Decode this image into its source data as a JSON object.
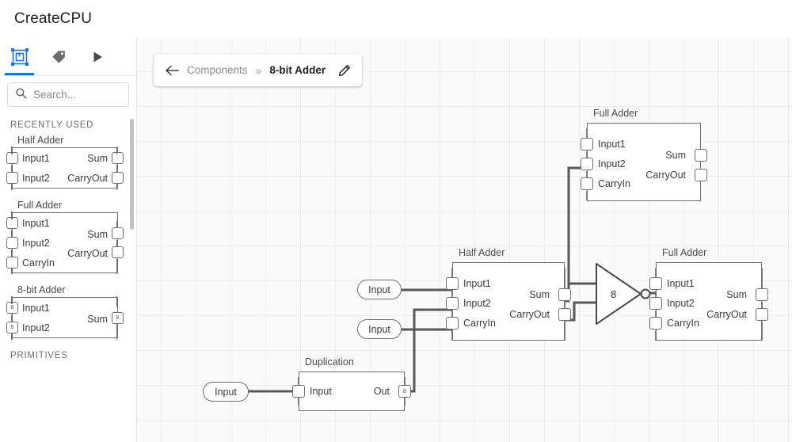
{
  "app": {
    "title": "CreateCPU"
  },
  "sidebar": {
    "tabs": [
      {
        "name": "components-tab",
        "icon": "component-icon",
        "active": true
      },
      {
        "name": "tags-tab",
        "icon": "tag-icon",
        "active": false
      },
      {
        "name": "run-tab",
        "icon": "play-icon",
        "active": false
      }
    ],
    "search": {
      "placeholder": "Search...",
      "value": "",
      "icon": "search-icon"
    },
    "sections": [
      {
        "label": "RECENTLY USED"
      },
      {
        "label": "PRIMITIVES"
      }
    ],
    "recently_used": [
      {
        "title": "Half Adder",
        "inputs": [
          {
            "label": "Input1",
            "width": ""
          },
          {
            "label": "Input2",
            "width": ""
          }
        ],
        "outputs": [
          {
            "label": "Sum",
            "width": ""
          },
          {
            "label": "CarryOut",
            "width": ""
          }
        ]
      },
      {
        "title": "Full Adder",
        "inputs": [
          {
            "label": "Input1",
            "width": ""
          },
          {
            "label": "Input2",
            "width": ""
          },
          {
            "label": "CarryIn",
            "width": ""
          }
        ],
        "outputs": [
          {
            "label": "Sum",
            "width": ""
          },
          {
            "label": "CarryOut",
            "width": ""
          }
        ]
      },
      {
        "title": "8-bit Adder",
        "inputs": [
          {
            "label": "Input1",
            "width": "8"
          },
          {
            "label": "Input2",
            "width": "8"
          }
        ],
        "outputs": [
          {
            "label": "Sum",
            "width": "8"
          }
        ]
      }
    ]
  },
  "breadcrumb": {
    "back_icon": "back-arrow-icon",
    "root": "Components",
    "separator": "»",
    "current": "8-bit Adder",
    "edit_icon": "pencil-edit-icon"
  },
  "canvas": {
    "nodes": [
      {
        "id": "full-adder-top",
        "title": "Full Adder",
        "inputs": [
          {
            "label": "Input1"
          },
          {
            "label": "Input2"
          },
          {
            "label": "CarryIn"
          }
        ],
        "outputs": [
          {
            "label": "Sum"
          },
          {
            "label": "CarryOut"
          }
        ]
      },
      {
        "id": "half-adder-mid",
        "title": "Half Adder",
        "inputs": [
          {
            "label": "Input1"
          },
          {
            "label": "Input2"
          },
          {
            "label": "CarryIn"
          }
        ],
        "outputs": [
          {
            "label": "Sum"
          },
          {
            "label": "CarryOut"
          }
        ]
      },
      {
        "id": "full-adder-right",
        "title": "Full Adder",
        "inputs": [
          {
            "label": "Input1"
          },
          {
            "label": "Input2"
          },
          {
            "label": "CarryIn"
          }
        ],
        "outputs": [
          {
            "label": "Sum"
          },
          {
            "label": "CarryOut"
          }
        ]
      },
      {
        "id": "duplication",
        "title": "Duplication",
        "inputs": [
          {
            "label": "Input"
          }
        ],
        "outputs": [
          {
            "label": "Out",
            "width": "8"
          }
        ]
      }
    ],
    "io_pills": [
      {
        "id": "input-pill-1",
        "label": "Input"
      },
      {
        "id": "input-pill-2",
        "label": "Input"
      },
      {
        "id": "input-pill-3",
        "label": "Input"
      }
    ],
    "bus_node": {
      "id": "bus-merge",
      "label": "8"
    }
  },
  "colors": {
    "accent": "#1a73e8",
    "wire": "#585858",
    "node_outline": "#6f6f6f",
    "canvas_bg": "#fafafa",
    "grid": "#efefef"
  }
}
